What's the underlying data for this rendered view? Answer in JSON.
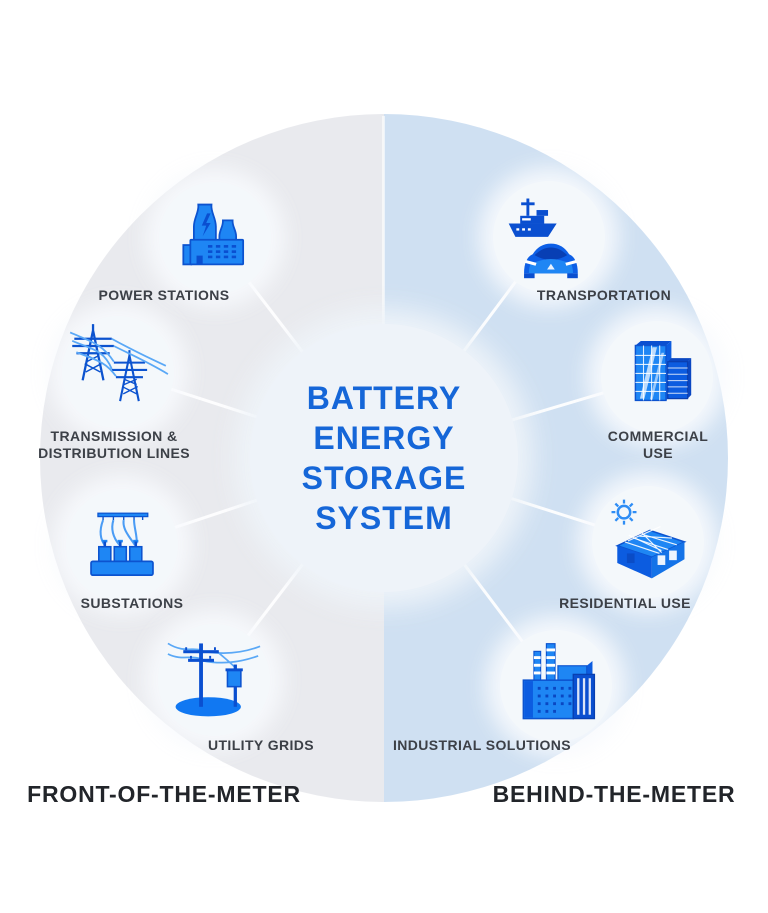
{
  "center": {
    "title": "BATTERY\nENERGY\nSTORAGE\nSYSTEM"
  },
  "colors": {
    "icon_blue": "#1e86f4",
    "icon_dark_blue": "#0a4fd0",
    "icon_outline": "#0c53cf",
    "wire_blue": "#5aa8f6",
    "title_blue": "#1566d8",
    "left_half_bg": "#e9eaee",
    "right_half_bg": "#cfe0f2",
    "node_label_color": "#3c4047",
    "footer_label_color": "#22252a"
  },
  "left_section": {
    "footer_label": "FRONT-OF-THE-METER",
    "items": [
      {
        "label": "POWER STATIONS",
        "icon": "power-station-icon"
      },
      {
        "label": "TRANSMISSION &\nDISTRIBUTION LINES",
        "icon": "transmission-towers-icon"
      },
      {
        "label": "SUBSTATIONS",
        "icon": "substation-icon"
      },
      {
        "label": "UTILITY GRIDS",
        "icon": "utility-pole-icon"
      }
    ]
  },
  "right_section": {
    "footer_label": "BEHIND-THE-METER",
    "items": [
      {
        "label": "TRANSPORTATION",
        "icon": "ship-and-car-icon"
      },
      {
        "label": "COMMERCIAL USE",
        "icon": "office-buildings-icon"
      },
      {
        "label": "RESIDENTIAL USE",
        "icon": "solar-house-icon"
      },
      {
        "label": "INDUSTRIAL SOLUTIONS",
        "icon": "factory-icon"
      }
    ]
  }
}
